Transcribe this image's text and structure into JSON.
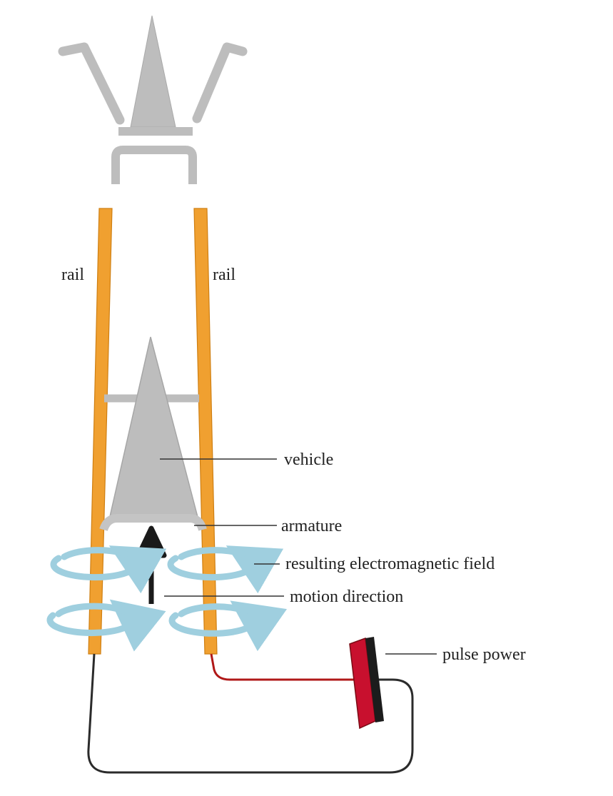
{
  "labels": {
    "rail_left": "rail",
    "rail_right": "rail",
    "vehicle": "vehicle",
    "armature": "armature",
    "field": "resulting electromagnetic field",
    "motion": "motion direction",
    "power": "pulse power"
  },
  "colors": {
    "rail": "#f0a030",
    "rail_edge": "#cf7f12",
    "vehicle": "#bdbdbd",
    "vehicle_edge": "#a6a6a6",
    "field_arrows": "#9fcfdf",
    "wire_black": "#2b2b2b",
    "wire_red": "#b01818",
    "power_red": "#c8102e",
    "arrow": "#1a1a1a"
  },
  "icons": {
    "field": "circular-arrow-icon",
    "motion": "up-arrow-icon"
  }
}
